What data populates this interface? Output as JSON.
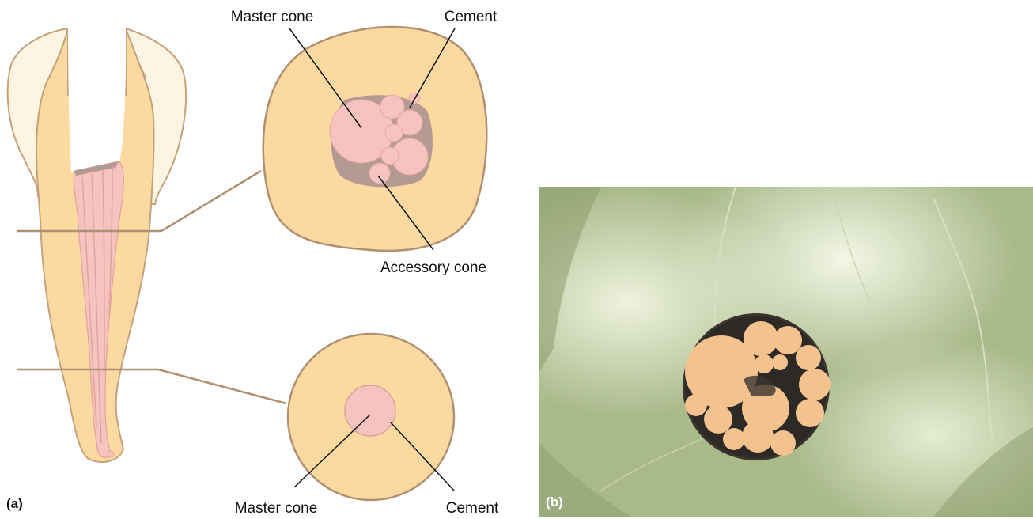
{
  "panels": {
    "a": {
      "letter": "(a)",
      "upper_section": {
        "labels": {
          "master_cone": "Master cone",
          "cement": "Cement",
          "accessory_cone": "Accessory cone"
        }
      },
      "lower_section": {
        "labels": {
          "master_cone": "Master cone",
          "cement": "Cement"
        }
      }
    },
    "b": {
      "letter": "(b)"
    }
  },
  "colors": {
    "dentin": "#fbd9a0",
    "enamel": "#fdf5e1",
    "outline": "#c4a27c",
    "gutta_percha": "#f6c3be",
    "cement": "#b59a93",
    "photo_background": "#a9b98a",
    "photo_filling": "#f4c28f",
    "photo_sealer": "#2d2a26"
  }
}
